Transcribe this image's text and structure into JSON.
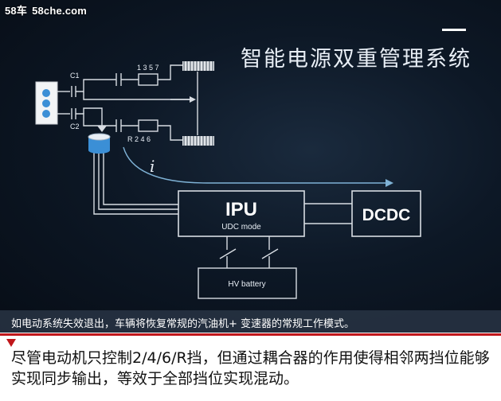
{
  "watermark": {
    "brand": "58车",
    "domain": "58che.com"
  },
  "slide": {
    "title": "智能电源双重管理系统",
    "caption": "如电动系统失效退出，车辆将恢复常规的汽油机+ 变速器的常规工作模式。"
  },
  "diagram": {
    "c1": "C1",
    "c2": "C2",
    "gears_top": "1 3 5 7",
    "gears_bottom": "R 2 4 6",
    "current_symbol": "i",
    "ipu_label": "IPU",
    "ipu_mode": "UDC mode",
    "dcdc_label": "DCDC",
    "battery_label": "HV battery"
  },
  "body_text": "尽管电动机只控制2/4/6/R挡，但通过耦合器的作用使得相邻两挡位能够实现同步输出，等效于全部挡位实现混动。",
  "colors": {
    "accent_red": "#c0161a",
    "diagram_line": "#d8dde3",
    "flow_arrow": "#7fb2d6"
  }
}
